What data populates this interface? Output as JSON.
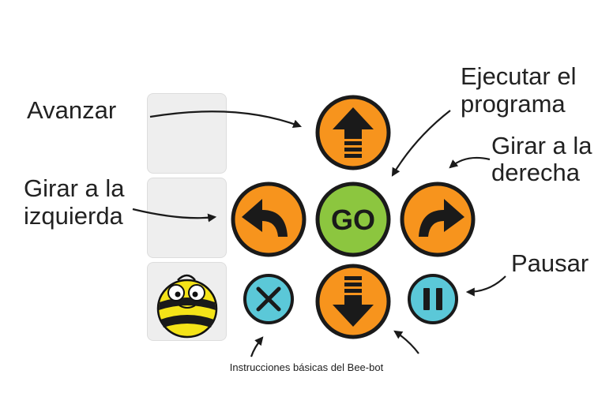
{
  "labels": {
    "avanzar": "Avanzar",
    "ejecutar_line1": "Ejecutar el",
    "ejecutar_line2": "programa",
    "girar_derecha_line1": "Girar a la",
    "girar_derecha_line2": "derecha",
    "girar_izquierda_line1": "Girar a la",
    "girar_izquierda_line2": "izquierda",
    "pausar": "Pausar"
  },
  "buttons": {
    "go_label": "GO"
  },
  "caption": "Instrucciones básicas del Bee-bot",
  "colors": {
    "orange": "#f7941d",
    "green": "#8cc63f",
    "cyan": "#5bc8d8",
    "dark": "#1a1a1a",
    "tile": "#eeeeee",
    "bee_yellow": "#f4e318"
  },
  "icons": {
    "forward": "arrow-up-icon",
    "backward": "arrow-down-icon",
    "left": "turn-left-icon",
    "right": "turn-right-icon",
    "clear": "x-icon",
    "pause": "pause-icon",
    "bee": "bee-bot-icon"
  }
}
